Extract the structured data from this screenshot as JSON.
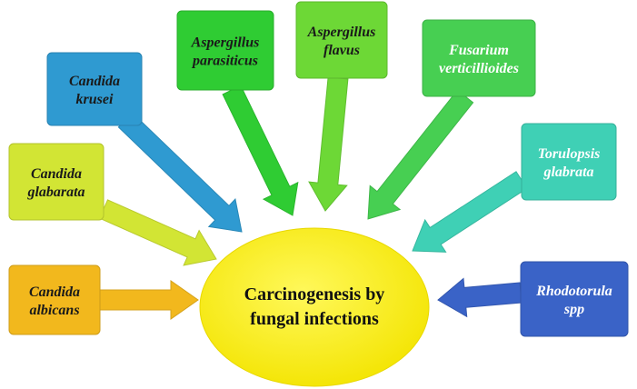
{
  "center": {
    "line1": "Carcinogenesis by",
    "line2": "fungal infections",
    "color": "#f7ee1a"
  },
  "organisms": [
    {
      "line1": "Candida",
      "line2": "albicans",
      "color": "#f2b81d",
      "text_dark": true
    },
    {
      "line1": "Candida",
      "line2": "glabarata",
      "color": "#d2e534",
      "text_dark": true
    },
    {
      "line1": "Candida",
      "line2": "krusei",
      "color": "#2f9ad1",
      "text_dark": true
    },
    {
      "line1": "Aspergillus",
      "line2": "parasiticus",
      "color": "#2fcc33",
      "text_dark": true
    },
    {
      "line1": "Aspergillus",
      "line2": "flavus",
      "color": "#6dd836",
      "text_dark": true
    },
    {
      "line1": "Fusarium",
      "line2": "verticillioides",
      "color": "#47cf52",
      "text_dark": false
    },
    {
      "line1": "Torulopsis",
      "line2": "glabrata",
      "color": "#3fd0b5",
      "text_dark": false
    },
    {
      "line1": "Rhodotorula",
      "line2": "spp",
      "color": "#3a63c7",
      "text_dark": false
    }
  ]
}
